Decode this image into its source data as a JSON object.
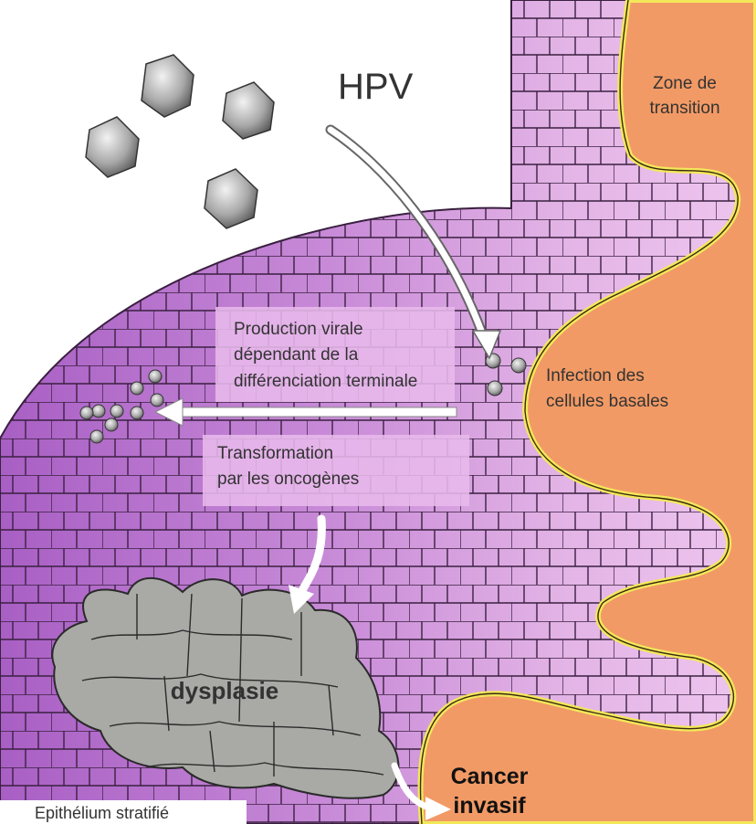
{
  "title": "HPV",
  "labels": {
    "zone": [
      "Zone de",
      "transition"
    ],
    "production": [
      "Production virale",
      "dépendant de la",
      "différenciation terminale"
    ],
    "infection": [
      "Infection des",
      "cellules basales"
    ],
    "transformation": [
      "Transformation",
      "par les oncogènes"
    ],
    "dysplasie": "dysplasie",
    "cancer": [
      "Cancer",
      "invasif"
    ],
    "epithelium": "Epithélium stratifié"
  },
  "colors": {
    "epithelium_dark": "#b36bcb",
    "epithelium_light": "#e8bbe8",
    "stroma": "#f29a65",
    "membrane": "#f3e85a",
    "dysplasia": "#a9aaa6",
    "label_box": "#e8b9ec"
  },
  "icons": [
    "virus-particle-icon",
    "arrow-icon"
  ]
}
